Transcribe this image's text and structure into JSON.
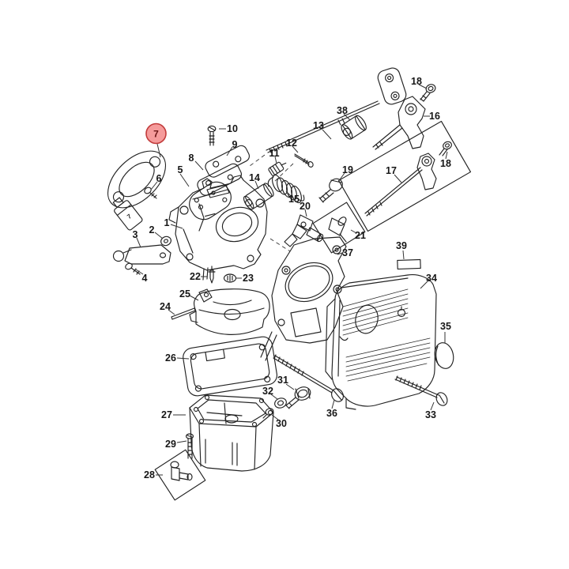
{
  "diagram": {
    "kind": "exploded-parts-diagram",
    "subject": "carburetor-assembly",
    "background": "#ffffff",
    "line_color": "#222222"
  },
  "highlight": {
    "part": "7",
    "fill": "#F59B9B",
    "stroke": "#C23B3B"
  },
  "tube_marking": "7",
  "labels": {
    "p1": "1",
    "p2": "2",
    "p3": "3",
    "p4": "4",
    "p5": "5",
    "p6": "6",
    "p7": "7",
    "p8": "8",
    "p9": "9",
    "p10": "10",
    "p11": "11",
    "p12": "12",
    "p13": "13",
    "p14": "14",
    "p15": "15",
    "p16": "16",
    "p17": "17",
    "p18a": "18",
    "p18b": "18",
    "p19": "19",
    "p20": "20",
    "p21": "21",
    "p22": "22",
    "p23": "23",
    "p24": "24",
    "p25": "25",
    "p26": "26",
    "p27": "27",
    "p28": "28",
    "p29": "29",
    "p30": "30",
    "p31": "31",
    "p32": "32",
    "p33": "33",
    "p34": "34",
    "p35": "35",
    "p36": "36",
    "p37": "37",
    "p38": "38",
    "p39": "39"
  }
}
